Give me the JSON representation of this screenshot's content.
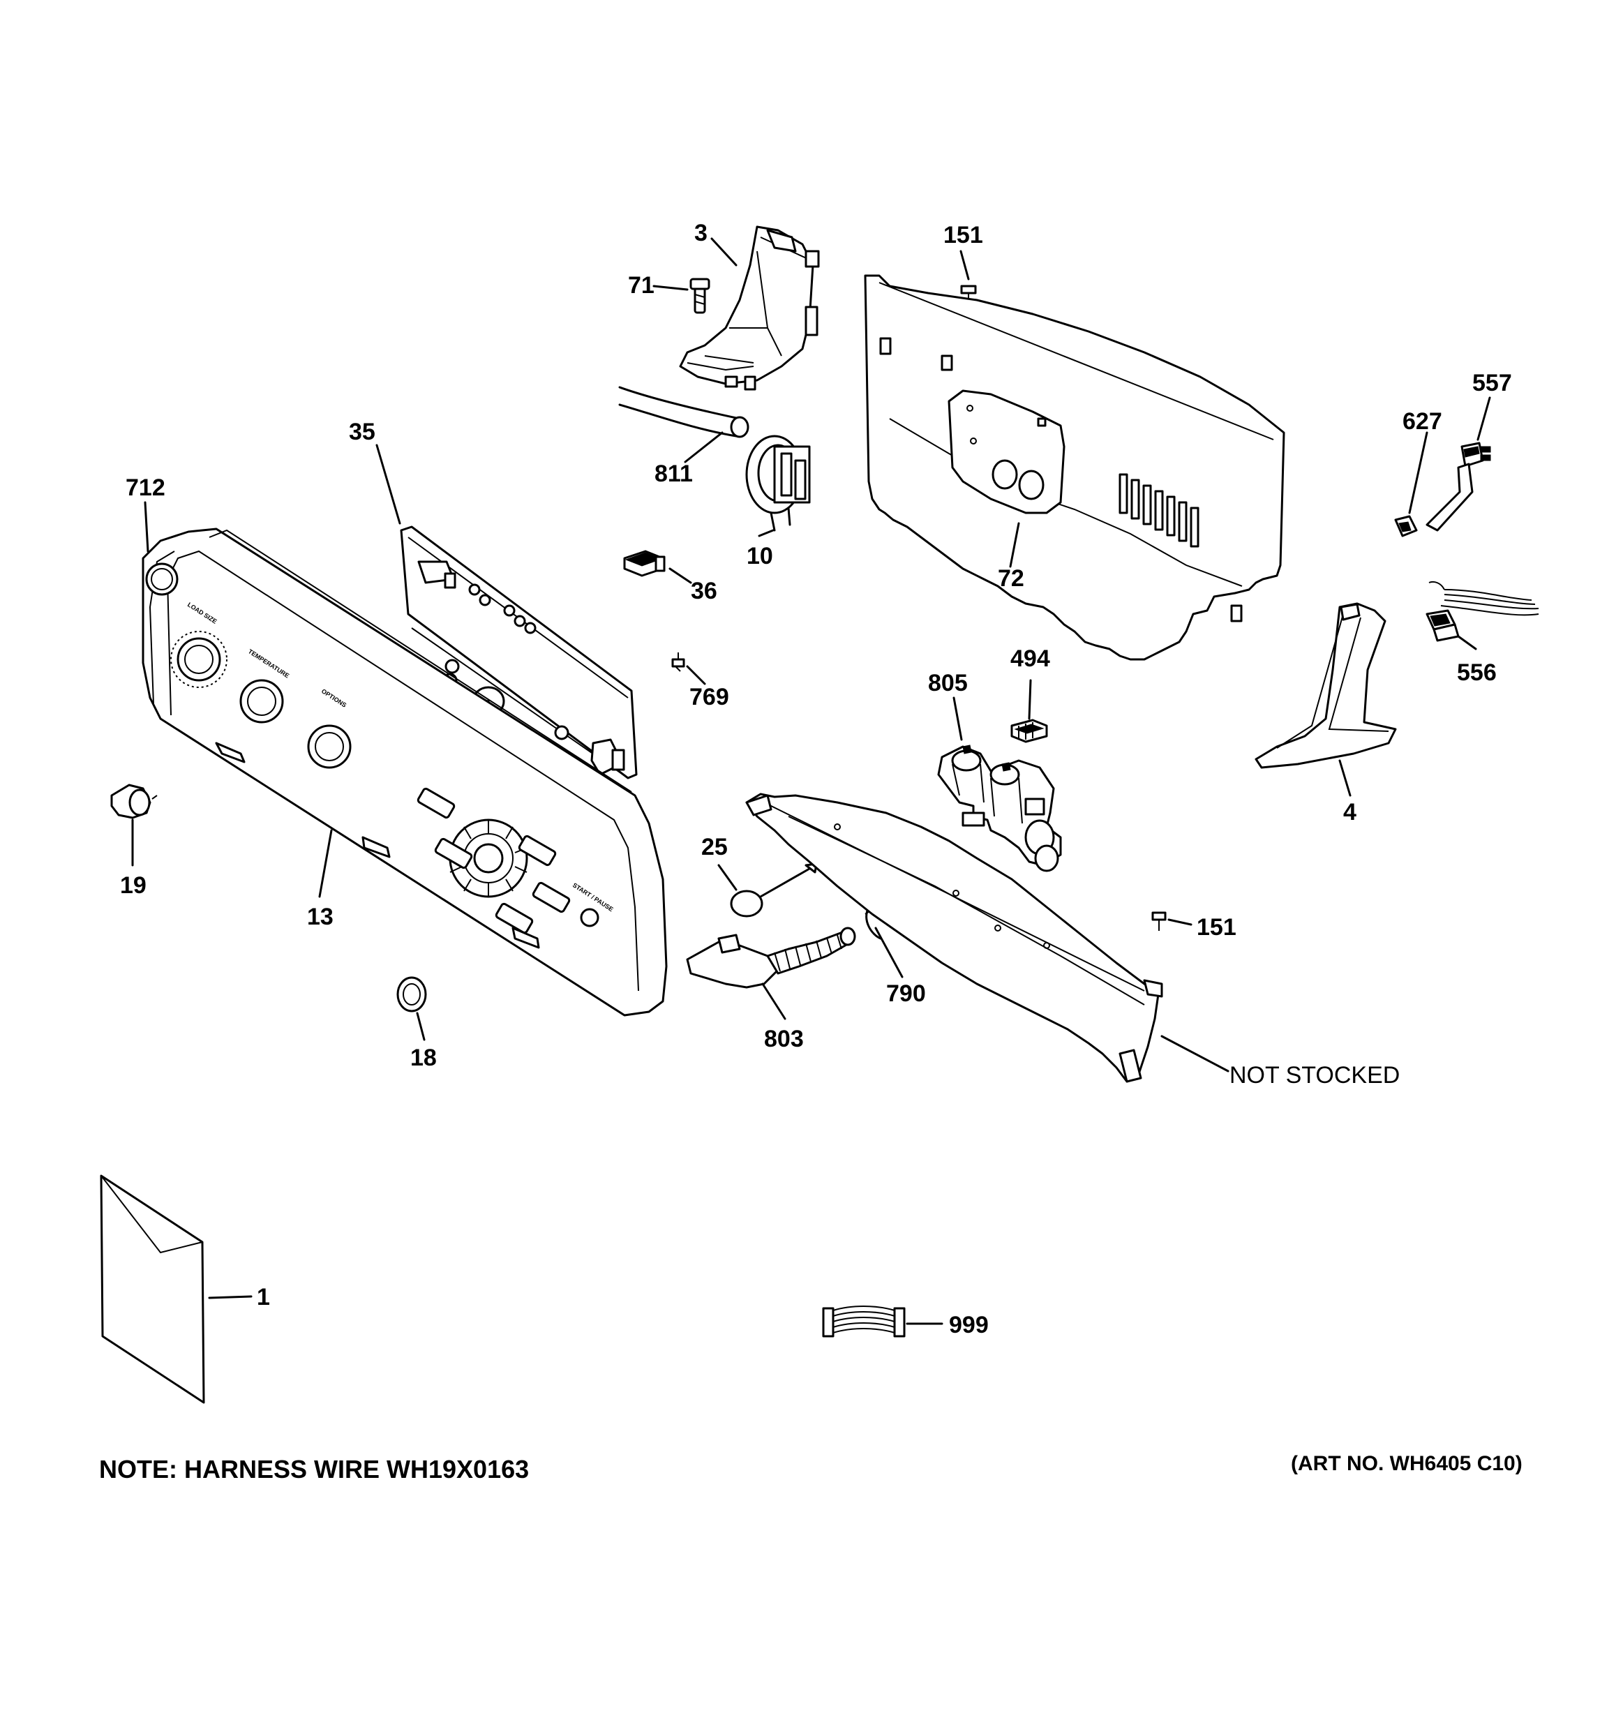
{
  "callouts": [
    {
      "id": "3",
      "text": "3"
    },
    {
      "id": "71",
      "text": "71"
    },
    {
      "id": "151a",
      "text": "151"
    },
    {
      "id": "557",
      "text": "557"
    },
    {
      "id": "627",
      "text": "627"
    },
    {
      "id": "35",
      "text": "35"
    },
    {
      "id": "811",
      "text": "811"
    },
    {
      "id": "712",
      "text": "712"
    },
    {
      "id": "10",
      "text": "10"
    },
    {
      "id": "36",
      "text": "36"
    },
    {
      "id": "72",
      "text": "72"
    },
    {
      "id": "556",
      "text": "556"
    },
    {
      "id": "769",
      "text": "769"
    },
    {
      "id": "494",
      "text": "494"
    },
    {
      "id": "805",
      "text": "805"
    },
    {
      "id": "4",
      "text": "4"
    },
    {
      "id": "25",
      "text": "25"
    },
    {
      "id": "19",
      "text": "19"
    },
    {
      "id": "13",
      "text": "13"
    },
    {
      "id": "151b",
      "text": "151"
    },
    {
      "id": "790",
      "text": "790"
    },
    {
      "id": "803",
      "text": "803"
    },
    {
      "id": "18",
      "text": "18"
    },
    {
      "id": "not_stocked",
      "text": "NOT STOCKED"
    },
    {
      "id": "1",
      "text": "1"
    },
    {
      "id": "999",
      "text": "999"
    }
  ],
  "panel_labels": {
    "load_size": "LOAD SIZE",
    "temperature": "TEMPERATURE",
    "options": "OPTIONS",
    "start_pause": "START / PAUSE"
  },
  "note": "NOTE: HARNESS WIRE WH19X0163",
  "art_number": "(ART NO. WH6405 C10)"
}
